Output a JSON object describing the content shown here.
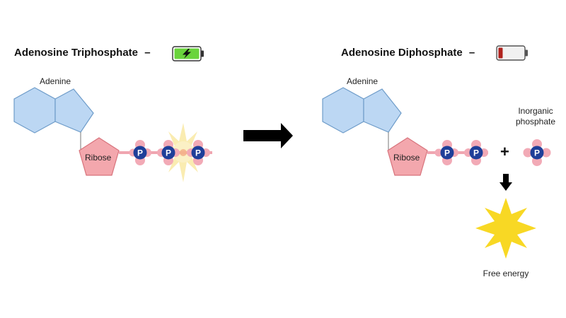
{
  "left": {
    "title": "Adenosine Triphosphate",
    "dash": "–",
    "battery_state": "charged",
    "battery_icon": "battery-charging-icon",
    "adenine_label": "Adenine",
    "ribose_label": "Ribose",
    "phosphate_label": "P",
    "phosphate_count": 3
  },
  "right": {
    "title": "Adenosine Diphosphate",
    "dash": "–",
    "battery_state": "depleted",
    "battery_icon": "battery-low-icon",
    "adenine_label": "Adenine",
    "ribose_label": "Ribose",
    "phosphate_label": "P",
    "phosphate_count": 2,
    "plus_sign": "+",
    "inorganic_label_line1": "Inorganic",
    "inorganic_label_line2": "phosphate",
    "free_energy_label": "Free energy"
  },
  "colors": {
    "adenine_fill": "#bcd7f3",
    "adenine_stroke": "#6e9cc9",
    "ribose_fill": "#f3a7ad",
    "ribose_stroke": "#d8737c",
    "phosphate_core": "#1f3f99",
    "phosphate_petal": "#f2aab6",
    "burst": "#f9e9a3",
    "star": "#f8d824",
    "battery_green": "#6ad43c",
    "battery_red": "#b0231e",
    "arrow": "#000000"
  }
}
